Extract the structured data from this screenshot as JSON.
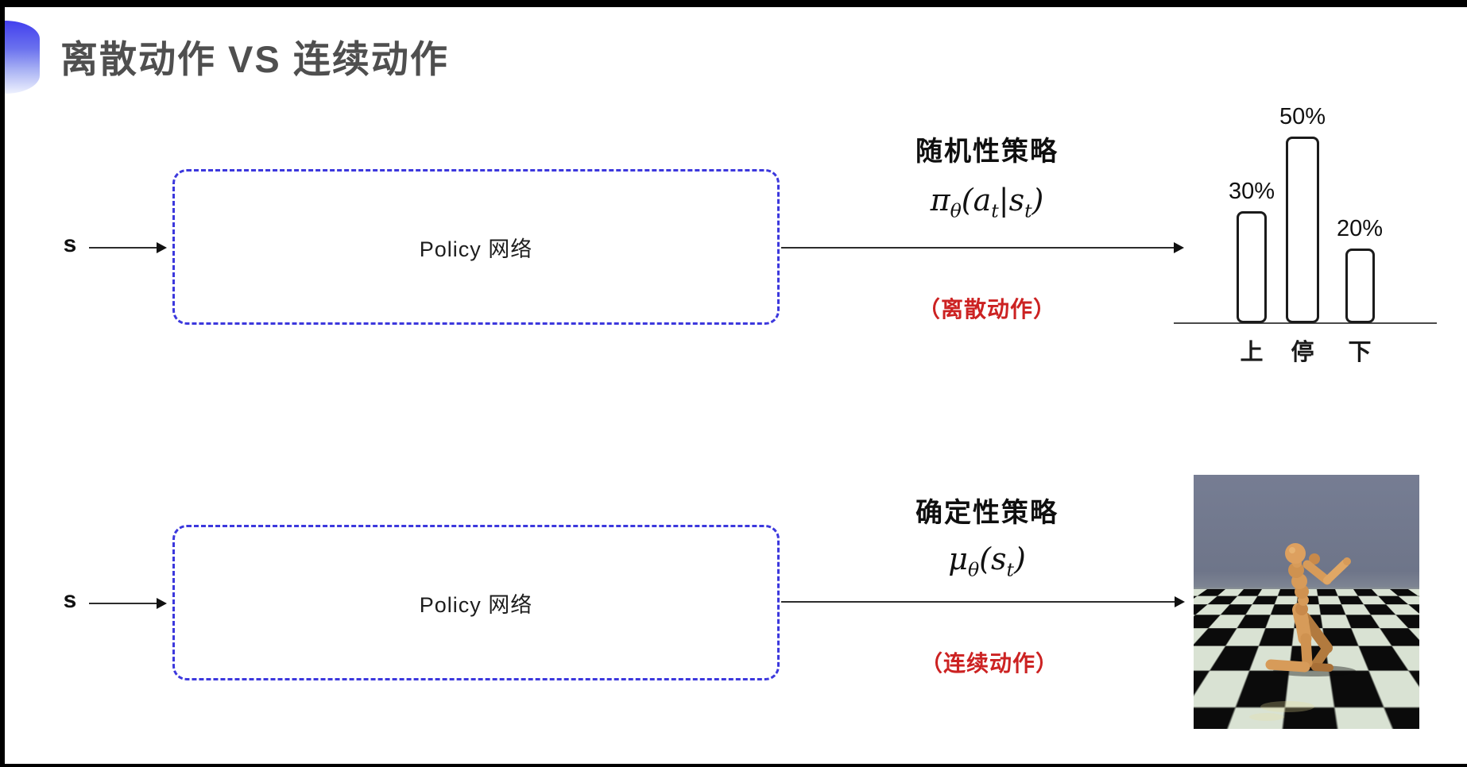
{
  "slide": {
    "title": "离散动作 VS 连续动作"
  },
  "top_flow": {
    "input_label": "s",
    "box_label": "Policy 网络",
    "policy_title": "随机性策略",
    "formula_text": "π_θ(a_t|s_t)",
    "formula": {
      "base": "π",
      "sub": "θ",
      "open": "(",
      "arg1": "a",
      "arg1_sub": "t",
      "pipe": "|",
      "arg2": "s",
      "arg2_sub": "t",
      "close": ")"
    },
    "action_type": "（离散动作）"
  },
  "bottom_flow": {
    "input_label": "s",
    "box_label": "Policy 网络",
    "policy_title": "确定性策略",
    "formula_text": "μ_θ(s_t)",
    "formula": {
      "base": "μ",
      "sub": "θ",
      "open": "(",
      "arg1": "s",
      "arg1_sub": "t",
      "close": ")"
    },
    "action_type": "（连续动作）"
  },
  "chart_data": {
    "type": "bar",
    "categories": [
      "上",
      "停",
      "下"
    ],
    "values": [
      30,
      50,
      20
    ],
    "value_labels": [
      "30%",
      "50%",
      "20%"
    ],
    "title": "",
    "xlabel": "",
    "ylabel": "",
    "ylim": [
      0,
      55
    ],
    "grid": false,
    "legend": false,
    "bar_style": "outlined-white-rounded"
  },
  "images": {
    "humanoid": "mujoco-humanoid-on-checkerboard-floor"
  },
  "colors": {
    "box_border_blue": "#3c38dd",
    "red_action_label": "#cc2222",
    "title_gray": "#4f4f4f",
    "bullet_blue_top": "#423fee",
    "bullet_blue_bottom": "#eef1fe",
    "bar_outline": "#1b1b1b",
    "humanoid_body": "#d79b59"
  }
}
